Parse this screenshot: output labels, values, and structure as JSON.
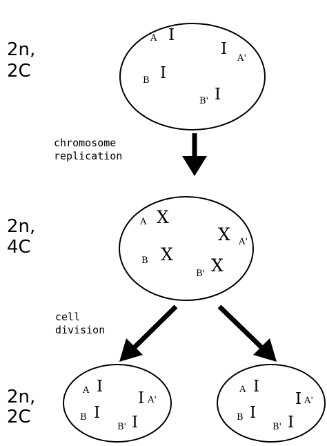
{
  "stages": [
    {
      "ploidy": "2n,",
      "content": "2C"
    },
    {
      "ploidy": "2n,",
      "content": "4C"
    },
    {
      "ploidy": "2n,",
      "content": "2C"
    }
  ],
  "steps": {
    "replication": [
      "chromosome",
      "replication"
    ],
    "division": [
      "cell",
      "division"
    ]
  },
  "symbols": {
    "unreplicated": "I",
    "replicated": "X"
  },
  "genes": {
    "A": "A",
    "A_prime": "A'",
    "B": "B",
    "B_prime": "B'"
  }
}
